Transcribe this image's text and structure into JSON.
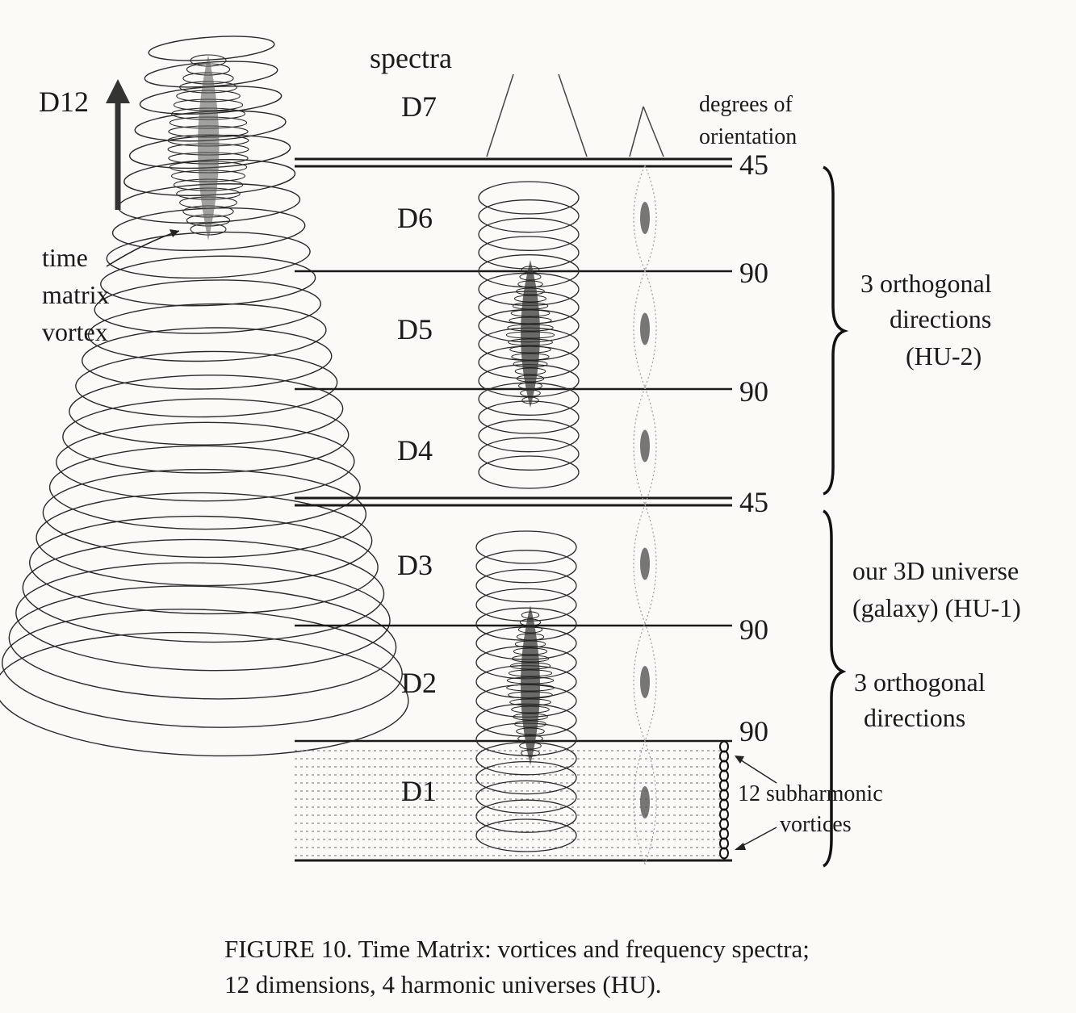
{
  "labels": {
    "d12": "D12",
    "spectra": "spectra",
    "time_matrix_vortex": [
      "time",
      "matrix",
      "vortex"
    ],
    "degrees_of_orientation": [
      "degrees of",
      "orientation"
    ],
    "subharmonic": [
      "12 subharmonic",
      "vortices"
    ]
  },
  "dimensions": [
    "D7",
    "D6",
    "D5",
    "D4",
    "D3",
    "D2",
    "D1"
  ],
  "degrees": [
    "45",
    "90",
    "90",
    "45",
    "90",
    "90"
  ],
  "braces": {
    "hu2": [
      "3 orthogonal",
      "directions",
      "(HU-2)"
    ],
    "hu1": [
      "our 3D universe",
      "(galaxy) (HU-1)",
      "3 orthogonal",
      "directions"
    ]
  },
  "caption": [
    "FIGURE 10.  Time Matrix:  vortices and frequency spectra;",
    "12 dimensions, 4 harmonic universes (HU)."
  ],
  "colors": {
    "ink": "#1a1a1a",
    "paper": "#fbfaf6",
    "dotted": "#8a8a8a"
  }
}
